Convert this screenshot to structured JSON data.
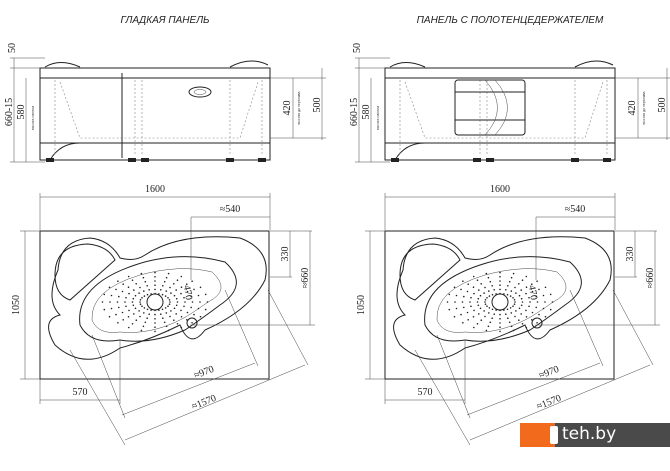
{
  "panels": [
    {
      "title": "ГЛАДКАЯ ПАНЕЛЬ",
      "side": {
        "top_gap": "50",
        "total_height": "660-15",
        "panel_height": "580",
        "panel_height_label": "высота панели",
        "overflow_height": "420",
        "overflow_label": "высота до перелива",
        "rim_height": "500"
      },
      "plan": {
        "width": "1600",
        "depth": "1050",
        "offset_top": "≈540",
        "offset_right_1": "330",
        "offset_right_2": "≈660",
        "offset_bottom": "570",
        "inner_length": "≈970",
        "diagonal": "≈1570",
        "inner_width": "470"
      }
    },
    {
      "title": "ПАНЕЛЬ С ПОЛОТЕНЦЕДЕРЖАТЕЛЕМ",
      "side": {
        "top_gap": "50",
        "total_height": "660-15",
        "panel_height": "580",
        "panel_height_label": "высота панели",
        "overflow_height": "420",
        "overflow_label": "высота до перелива",
        "rim_height": "500"
      },
      "plan": {
        "width": "1600",
        "depth": "1050",
        "offset_top": "≈540",
        "offset_right_1": "330",
        "offset_right_2": "≈660",
        "offset_bottom": "570",
        "inner_length": "≈970",
        "diagonal": "≈1570",
        "inner_width": "470"
      }
    }
  ],
  "watermark": {
    "brand": "teh.by",
    "accent": "#f26a1b",
    "background": "#4a4a4a"
  }
}
